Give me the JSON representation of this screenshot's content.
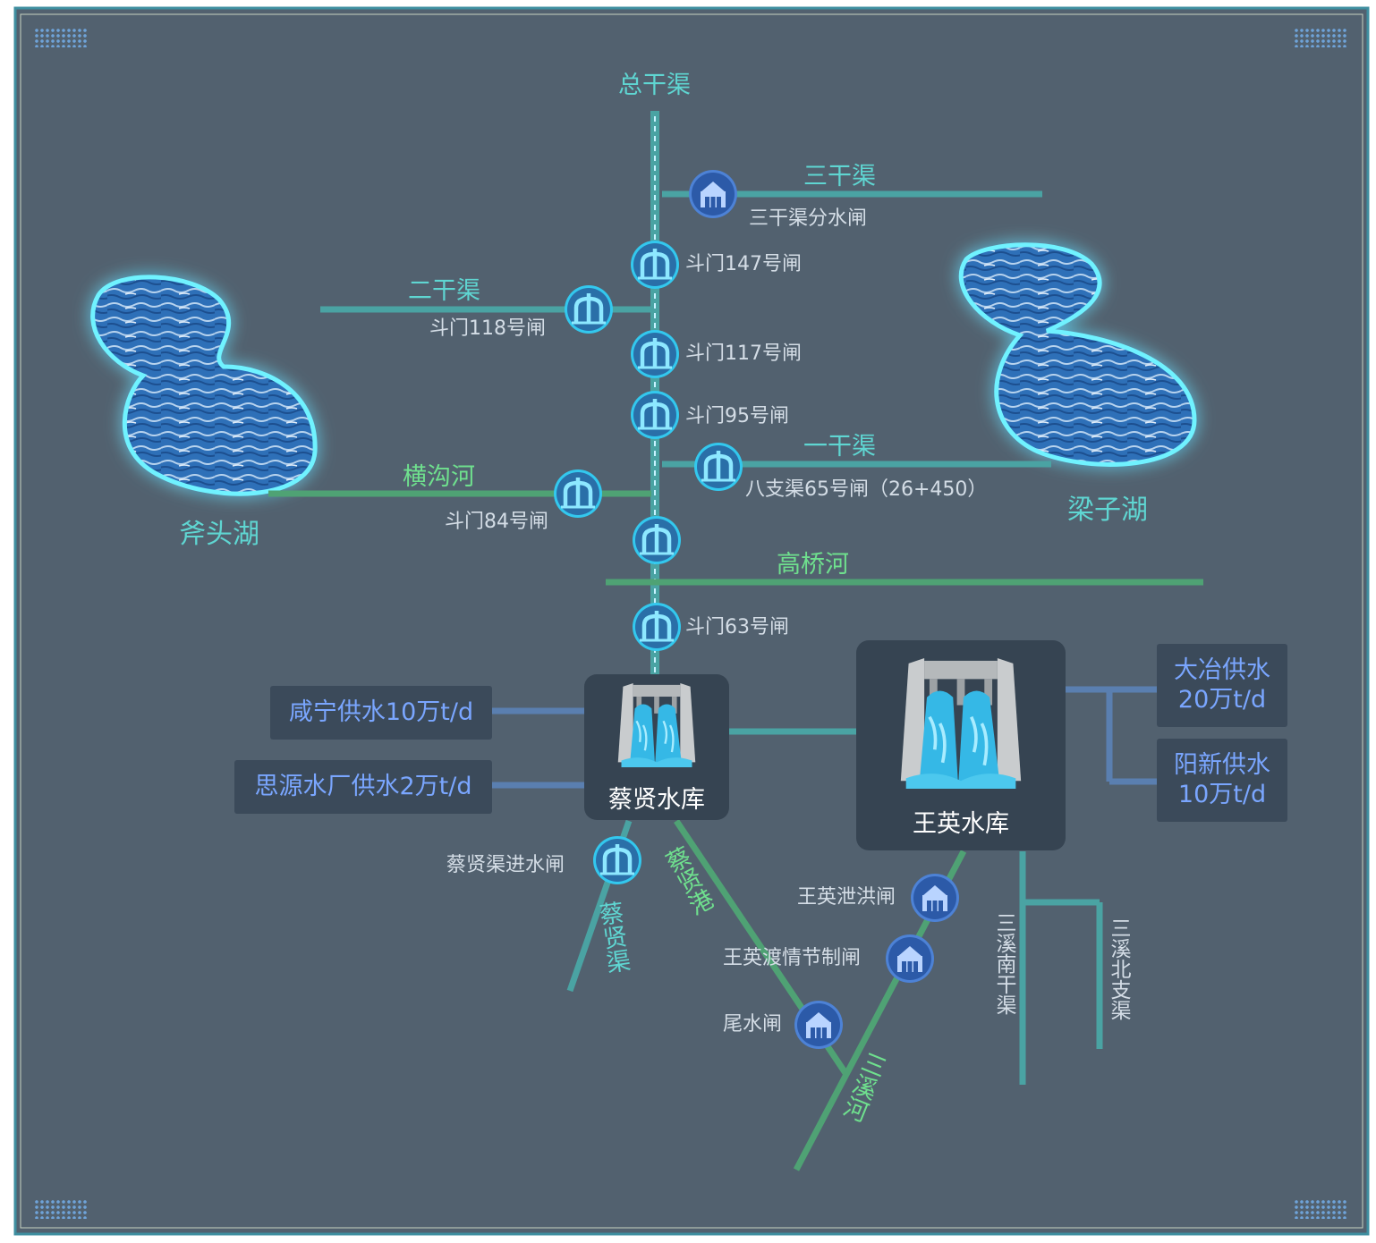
{
  "lakes": {
    "futou": "斧头湖",
    "liangzi": "梁子湖"
  },
  "canals": {
    "main": "总干渠",
    "third": "三干渠",
    "second": "二干渠",
    "first": "一干渠",
    "caixian_canal": "蔡贤渠",
    "sanxi_south": "三溪南干渠",
    "sanxi_north": "三溪北支渠"
  },
  "rivers": {
    "henggou": "横沟河",
    "gaoqiao": "高桥河",
    "caixian_port": "蔡贤港",
    "sanxi": "三溪河"
  },
  "gates": {
    "third_div": "三干渠分水闸",
    "d147": "斗门147号闸",
    "d118": "斗门118号闸",
    "d117": "斗门117号闸",
    "d95": "斗门95号闸",
    "bazhi65": "八支渠65号闸（26+450）",
    "d84": "斗门84号闸",
    "d63": "斗门63号闸",
    "caixian_inlet": "蔡贤渠进水闸",
    "wangying_flood": "王英泄洪闸",
    "wangying_ferry": "王英渡情节制闸",
    "tail": "尾水闸"
  },
  "reservoirs": {
    "caixian": "蔡贤水库",
    "wangying": "王英水库"
  },
  "supplies": {
    "xianning": "咸宁供水10万t/d",
    "siyuan": "思源水厂供水2万t/d",
    "daye_1": "大冶供水",
    "daye_2": "20万t/d",
    "yangxin_1": "阳新供水",
    "yangxin_2": "10万t/d"
  },
  "colors": {
    "background": "#52616f",
    "canal": "#4aa3a3",
    "river": "#4fa274",
    "supply_line": "#5a7fb0",
    "gate_fill": "#2a6fa8",
    "gate_ring": "#33c8ee",
    "sluice_fill": "#2c5aa8"
  }
}
